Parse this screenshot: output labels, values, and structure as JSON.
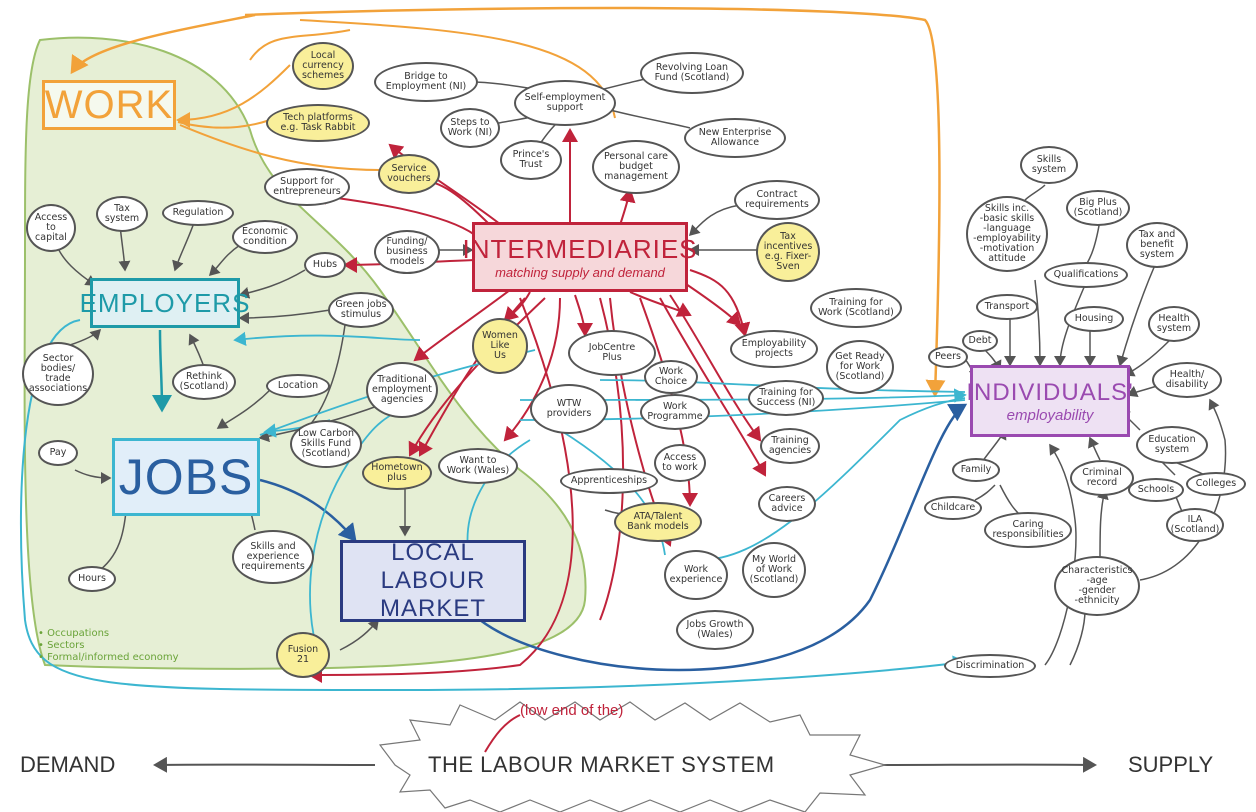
{
  "colors": {
    "work_region": "#e6efd5",
    "work_region_border": "#9cc06a",
    "orange": "#f2a23a",
    "red": "#c0233b",
    "blue": "#3cb6d0",
    "navy": "#2a5fa0",
    "teal": "#1e9aa8",
    "grey": "#555555",
    "node_yellow": "#f9ef9a"
  },
  "main": {
    "work": "WORK",
    "employers": "EMPLOYERS",
    "jobs": "JOBS",
    "local_labour_market": "LOCAL LABOUR\nMARKET",
    "intermediaries_title": "INTERMEDIARIES",
    "intermediaries_sub": "matching supply and demand",
    "individuals_title": "INDIVIDUALS'",
    "individuals_sub": "employability"
  },
  "legend": {
    "occupations": "• Occupations",
    "sectors": "• Sectors",
    "economy": "• Formal/informed economy"
  },
  "footer": {
    "demand": "DEMAND",
    "supply": "SUPPLY",
    "low_end": "(low end of the)",
    "system": "THE LABOUR MARKET SYSTEM"
  },
  "nodes": {
    "local_currency": "Local\ncurrency\nschemes",
    "tech_platforms": "Tech platforms\ne.g. Task Rabbit",
    "service_vouchers": "Service\nvouchers",
    "bridge_employment": "Bridge to\nEmployment (NI)",
    "self_employment": "Self-employment\nsupport",
    "revolving_loan": "Revolving Loan\nFund (Scotland)",
    "steps_work": "Steps to\nWork (NI)",
    "princes_trust": "Prince's\nTrust",
    "new_enterprise": "New Enterprise\nAllowance",
    "personal_care": "Personal care\nbudget\nmanagement",
    "support_entrepreneurs": "Support for\nentrepreneurs",
    "contract_requirements": "Contract\nrequirements",
    "access_capital": "Access\nto\ncapital",
    "tax_system": "Tax\nsystem",
    "regulation": "Regulation",
    "economic_condition": "Economic\ncondition",
    "funding_models": "Funding/\nbusiness\nmodels",
    "hubs": "Hubs",
    "tax_incentives": "Tax\nincentives\ne.g. Fixer-\nSven",
    "green_jobs": "Green jobs\nstimulus",
    "sector_bodies": "Sector\nbodies/\ntrade\nassociations",
    "rethink": "Rethink\n(Scotland)",
    "location": "Location",
    "traditional_agencies": "Traditional\nemployment\nagencies",
    "women_like_us": "Women\nLike\nUs",
    "jobcentre": "JobCentre\nPlus",
    "employability_projects": "Employability\nprojects",
    "training_work_scotland": "Training for\nWork (Scotland)",
    "get_ready": "Get Ready\nfor Work\n(Scotland)",
    "training_success": "Training for\nSuccess (NI)",
    "work_choice": "Work\nChoice",
    "wtw_providers": "WTW\nproviders",
    "work_programme": "Work\nProgramme",
    "low_carbon": "Low Carbon\nSkills Fund\n(Scotland)",
    "pay": "Pay",
    "want_to_work": "Want to\nWork (Wales)",
    "access_to_work": "Access\nto work",
    "training_agencies": "Training\nagencies",
    "hometown_plus": "Hometown\nplus",
    "apprenticeships": "Apprenticeships",
    "ata_talent": "ATA/Talent\nBank models",
    "careers_advice": "Careers\nadvice",
    "skills_requirements": "Skills and\nexperience\nrequirements",
    "hours": "Hours",
    "work_experience": "Work\nexperience",
    "my_world": "My World\nof Work\n(Scotland)",
    "jobs_growth": "Jobs Growth\n(Wales)",
    "fusion21": "Fusion\n21",
    "skills_system": "Skills\nsystem",
    "skills_inc": "Skills inc.\n-basic skills\n-language\n-employability\n-motivation\nattitude",
    "big_plus": "Big Plus\n(Scotland)",
    "tax_benefit": "Tax and\nbenefit\nsystem",
    "qualifications": "Qualifications",
    "transport": "Transport",
    "housing": "Housing",
    "debt": "Debt",
    "health_system": "Health\nsystem",
    "peers": "Peers",
    "health_disability": "Health/\ndisability",
    "education_system": "Education\nsystem",
    "family": "Family",
    "criminal_record": "Criminal\nrecord",
    "schools": "Schools",
    "colleges": "Colleges",
    "childcare": "Childcare",
    "caring": "Caring\nresponsibilities",
    "ila": "ILA\n(Scotland)",
    "characteristics": "Characteristics\n-age\n-gender\n-ethnicity",
    "discrimination": "Discrimination"
  }
}
